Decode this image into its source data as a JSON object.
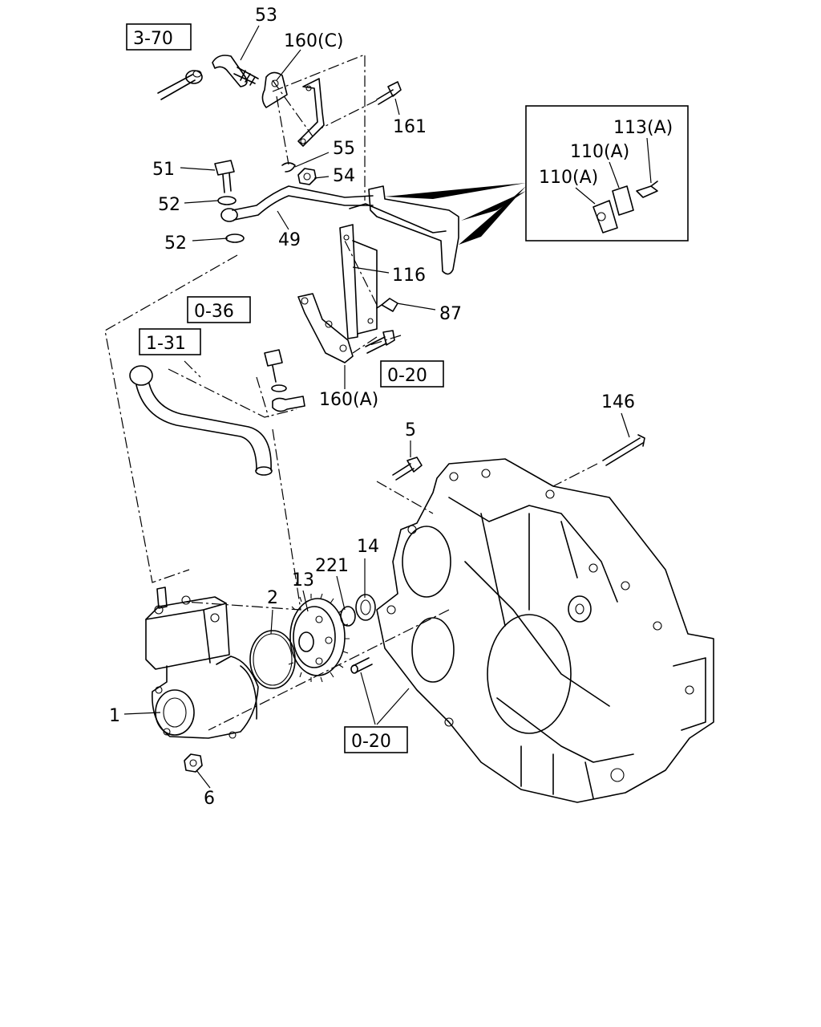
{
  "diagram": {
    "callouts": {
      "p53": "53",
      "p160c": "160(C)",
      "p161": "161",
      "p55": "55",
      "p54": "54",
      "p51": "51",
      "p52a": "52",
      "p52b": "52",
      "p49": "49",
      "p116": "116",
      "p87": "87",
      "p160a": "160(A)",
      "p113a": "113(A)",
      "p110a_1": "110(A)",
      "p110a_2": "110(A)",
      "p146": "146",
      "p5": "5",
      "p2": "2",
      "p13": "13",
      "p221": "221",
      "p14": "14",
      "p1": "1",
      "p6": "6"
    },
    "refs": {
      "r370": "3-70",
      "r036": "0-36",
      "r131": "1-31",
      "r020a": "0-20",
      "r020b": "0-20"
    }
  }
}
